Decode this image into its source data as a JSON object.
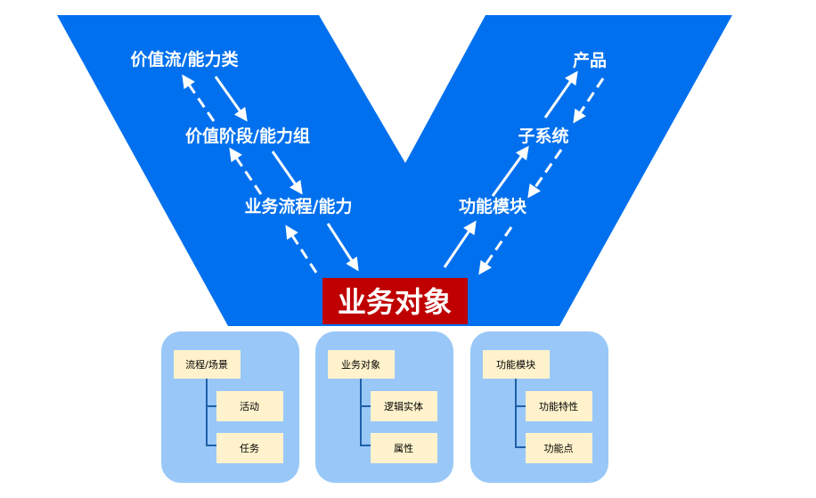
{
  "v_diagram": {
    "left_arm": [
      "价值流/能力类",
      "价值阶段/能力组",
      "业务流程/能力"
    ],
    "right_arm": [
      "产品",
      "子系统",
      "功能模块"
    ],
    "center": "业务对象"
  },
  "panels": [
    {
      "parent": "流程/场景",
      "children": [
        "活动",
        "任务"
      ]
    },
    {
      "parent": "业务对象",
      "children": [
        "逻辑实体",
        "属性"
      ]
    },
    {
      "parent": "功能模块",
      "children": [
        "功能特性",
        "功能点"
      ]
    }
  ],
  "colors": {
    "v_blue": "#0070EE",
    "center_red": "#C00000",
    "panel_blue": "#99C8F8",
    "box_fill": "#FFF2CC",
    "connector": "#1F5FA8"
  }
}
